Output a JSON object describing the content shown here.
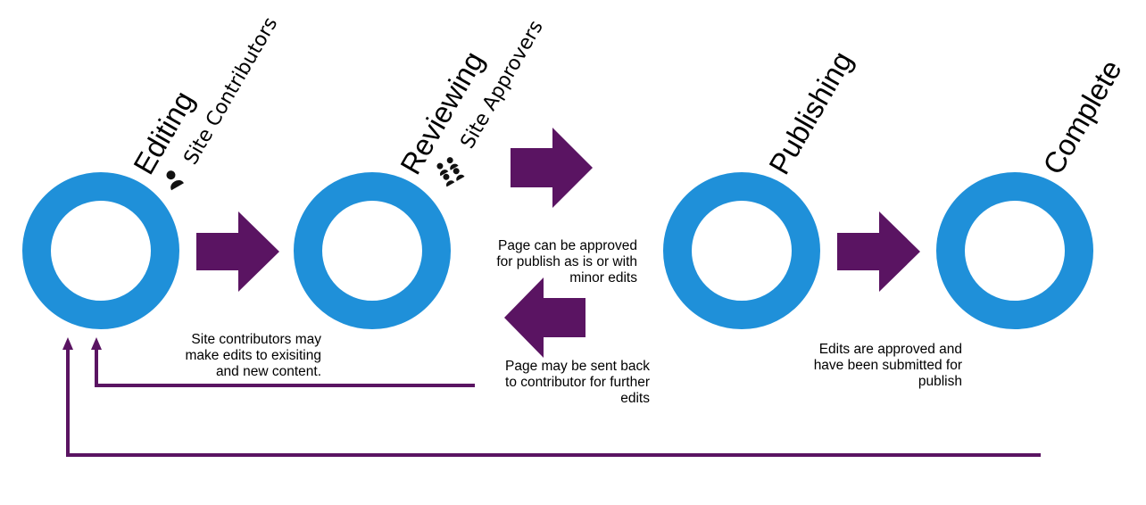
{
  "stages": [
    {
      "label": "Editing",
      "role": "Site Contributors",
      "icon": "person-icon"
    },
    {
      "label": "Reviewing",
      "role": "Site Approvers",
      "icon": "people-group-icon"
    },
    {
      "label": "Publishing"
    },
    {
      "label": "Complete"
    }
  ],
  "notes": {
    "editing": [
      "Site contributors may",
      "make edits to exisiting",
      "and new content."
    ],
    "approve": [
      "Page can be approved",
      "for publish as is or with",
      "minor edits"
    ],
    "send_back": [
      "Page may be sent back",
      "to contributor for further",
      "edits"
    ],
    "complete": [
      "Edits are approved and",
      "have been submitted for",
      "publish"
    ]
  },
  "colors": {
    "ring": "#1f90d9",
    "arrow": "#5a1462"
  }
}
